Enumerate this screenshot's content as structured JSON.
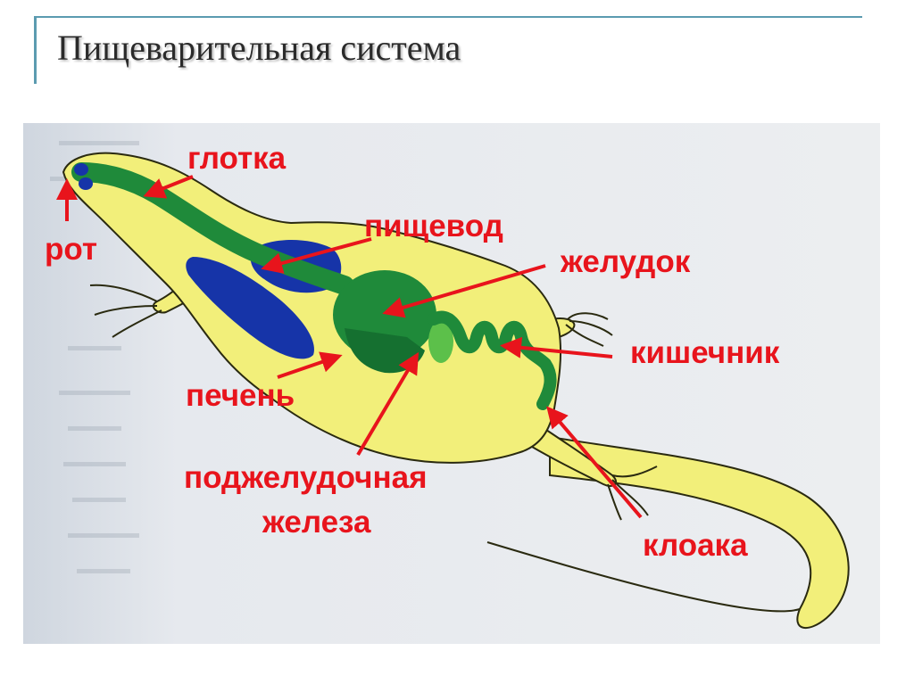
{
  "slide": {
    "title": "Пищеварительная система"
  },
  "diagram": {
    "colors": {
      "body": "#f2ef7a",
      "outline": "#2a2a10",
      "digestive_tract": "#1f8a3a",
      "liver_lungs": "#1634a8",
      "pancreas": "#5cc04a",
      "labels": "#e8141c",
      "background_paper": "#e9edf2"
    },
    "labels": {
      "pharynx": "глотка",
      "mouth": "рот",
      "esophagus": "пищевод",
      "stomach": "желудок",
      "intestine": "кишечник",
      "liver": "печень",
      "pancreas_line1": "поджелудочная",
      "pancreas_line2": "железа",
      "cloaca": "клоака"
    }
  }
}
